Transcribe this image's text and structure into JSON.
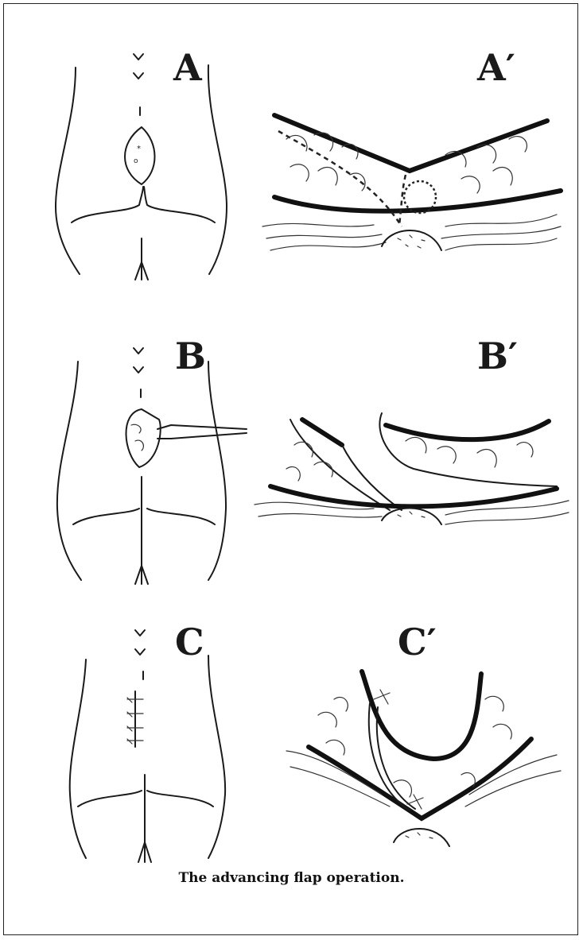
{
  "panels": {
    "a": {
      "label": "A"
    },
    "a_prime": {
      "label": "A′"
    },
    "b": {
      "label": "B"
    },
    "b_prime": {
      "label": "B′"
    },
    "c": {
      "label": "C"
    },
    "c_prime": {
      "label": "C′"
    }
  },
  "caption": "The advancing flap operation."
}
